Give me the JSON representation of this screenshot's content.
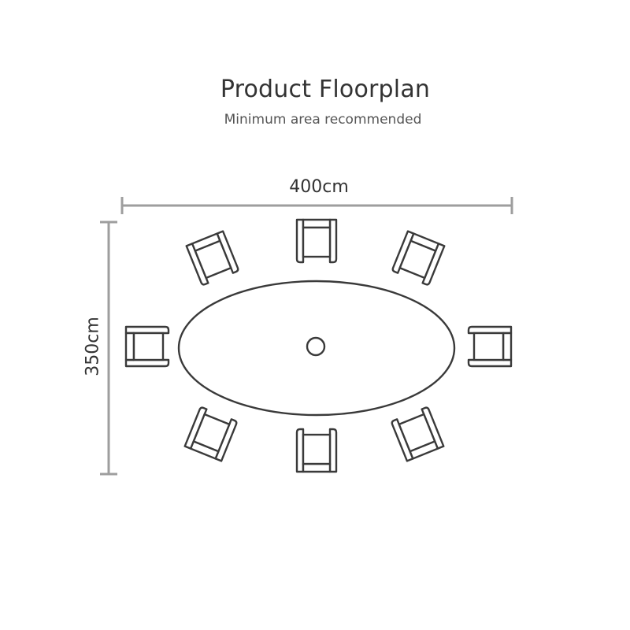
{
  "header": {
    "title": "Product Floorplan",
    "subtitle": "Minimum area recommended"
  },
  "dimensions": {
    "width_label": "400cm",
    "depth_label": "350cm"
  },
  "table": {
    "shape": "oval",
    "parasol_hole": true,
    "chair_count": 8
  },
  "colors": {
    "outline": "#3a3a3a",
    "dimension_line": "#9e9e9e",
    "text": "#333333",
    "subtitle": "#555555"
  }
}
